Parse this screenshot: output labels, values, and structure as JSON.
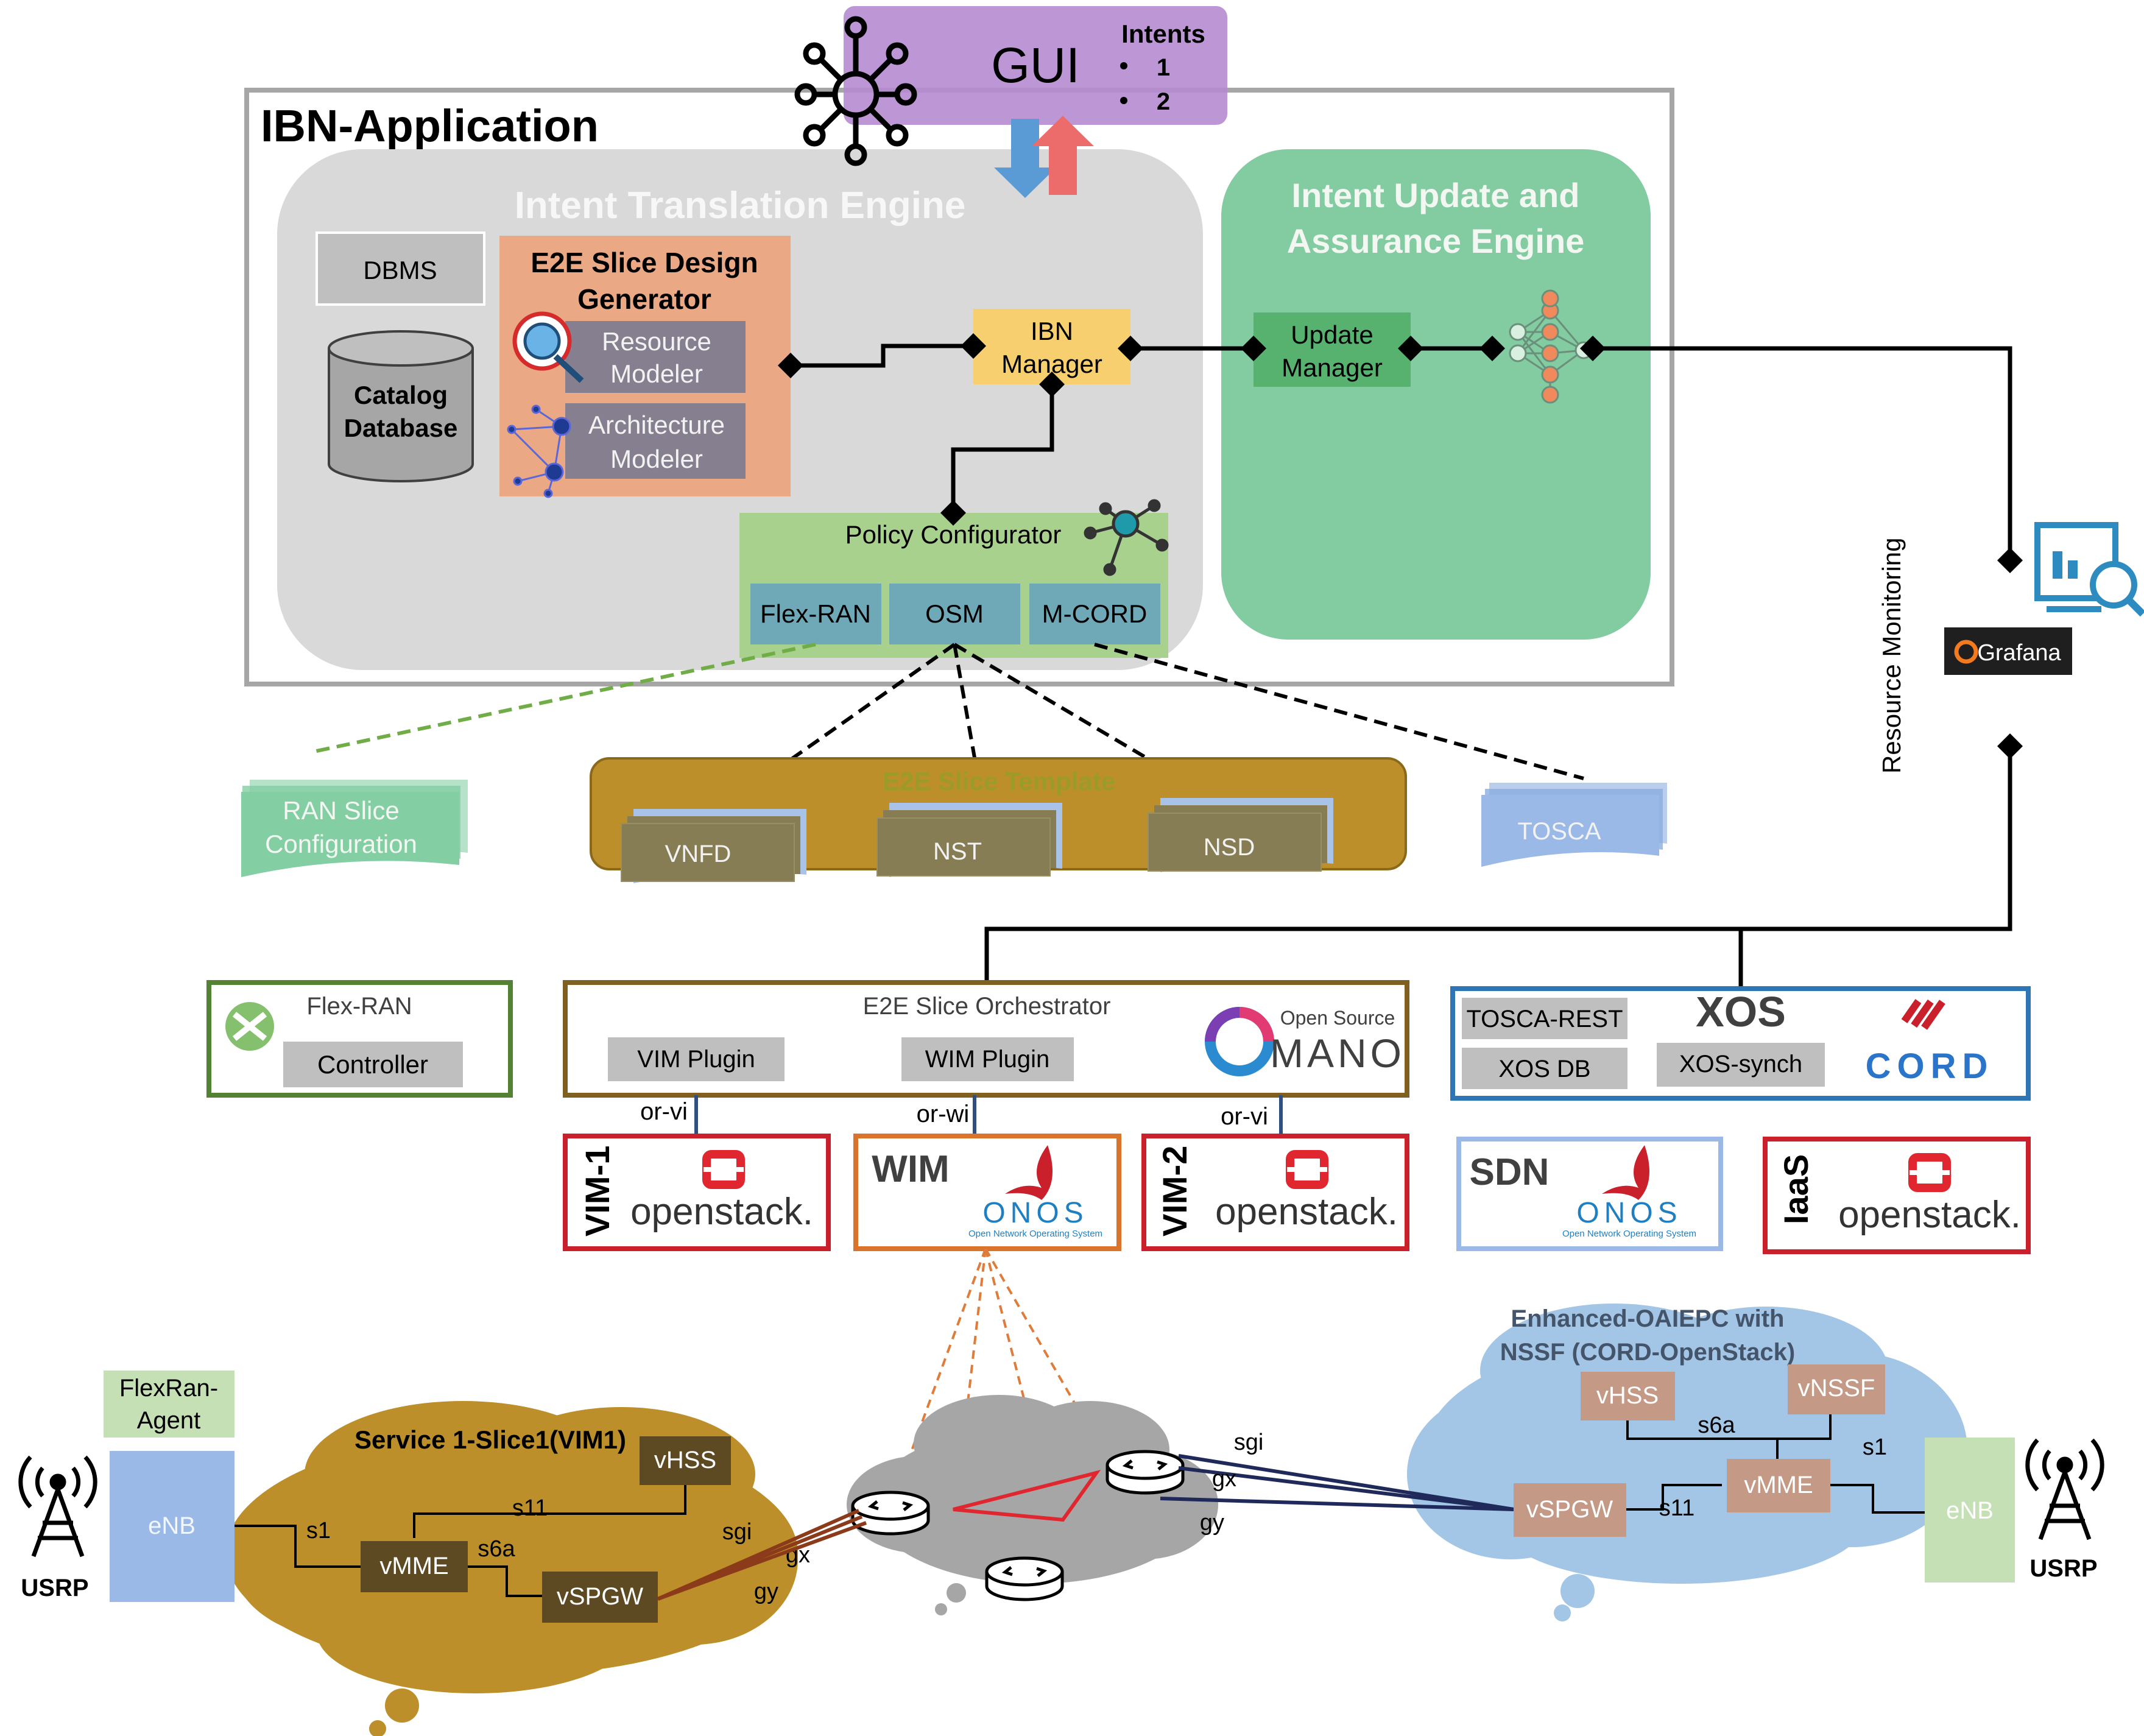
{
  "gui": {
    "title": "GUI",
    "intents_title": "Intents",
    "intents": [
      "1",
      "2"
    ]
  },
  "ibn_app": {
    "title": "IBN-Application"
  },
  "ite": {
    "title": "Intent Translation Engine",
    "dbms": "DBMS",
    "catalog": [
      "Catalog",
      "Database"
    ],
    "e2e_design": [
      "E2E Slice Design",
      "Generator"
    ],
    "resource_modeler": [
      "Resource",
      "Modeler"
    ],
    "architecture_modeler": [
      "Architecture",
      "Modeler"
    ],
    "ibn_manager": [
      "IBN",
      "Manager"
    ],
    "policy_configurator": "Policy Configurator",
    "plugins": [
      "Flex-RAN",
      "OSM",
      "M-CORD"
    ]
  },
  "iuae": {
    "title": [
      "Intent Update and",
      "Assurance Engine"
    ],
    "update_manager": [
      "Update",
      "Manager"
    ]
  },
  "monitoring": {
    "label": "Resource Monitoring",
    "grafana": "Grafana"
  },
  "templates": {
    "ran": [
      "RAN Slice",
      "Configuration"
    ],
    "e2e": "E2E Slice Template",
    "items": [
      "VNFD",
      "NST",
      "NSD"
    ],
    "tosca": "TOSCA"
  },
  "flexran_box": {
    "title": "Flex-RAN",
    "controller": "Controller"
  },
  "orchestrator": {
    "title": "E2E Slice Orchestrator",
    "vim_plugin": "VIM Plugin",
    "wim_plugin": "WIM Plugin",
    "mano_top": "Open Source",
    "mano_main": "MANO"
  },
  "xos": {
    "title": "XOS",
    "tosca_rest": "TOSCA-REST",
    "xos_db": "XOS DB",
    "xos_synch": "XOS-synch",
    "cord": "CORD"
  },
  "interfaces": [
    "or-vi",
    "or-wi",
    "or-vi"
  ],
  "infra": {
    "vim1": "VIM-1",
    "wim": "WIM",
    "vim2": "VIM-2",
    "sdn": "SDN",
    "iaas": "IaaS",
    "openstack": "openstack.",
    "onos": "ONOS",
    "onos_sub": "Open Network Operating System"
  },
  "bottom": {
    "flexran_agent": [
      "FlexRan-",
      "Agent"
    ],
    "enb": "eNB",
    "usrp": "USRP",
    "slice_title": "Service 1-Slice1(VIM1)",
    "vhss": "vHSS",
    "vmme": "vMME",
    "vspgw": "vSPGW",
    "vnssf": "vNSSF",
    "s1": "s1",
    "s11": "s11",
    "s6a": "s6a",
    "sgi": "sgi",
    "gx": "gx",
    "gy": "gy",
    "epc_title": [
      "Enhanced-OAIEPC with",
      "NSSF (CORD-OpenStack)"
    ]
  },
  "colors": {
    "gui": "#b98fd0",
    "green_engine": "#84ceA4",
    "orange": "#e8a47a",
    "gold": "#bd8f2a",
    "blue_cloud": "#a3c6e6",
    "red": "#c9202b",
    "onos_blue": "#1f7fc1"
  }
}
